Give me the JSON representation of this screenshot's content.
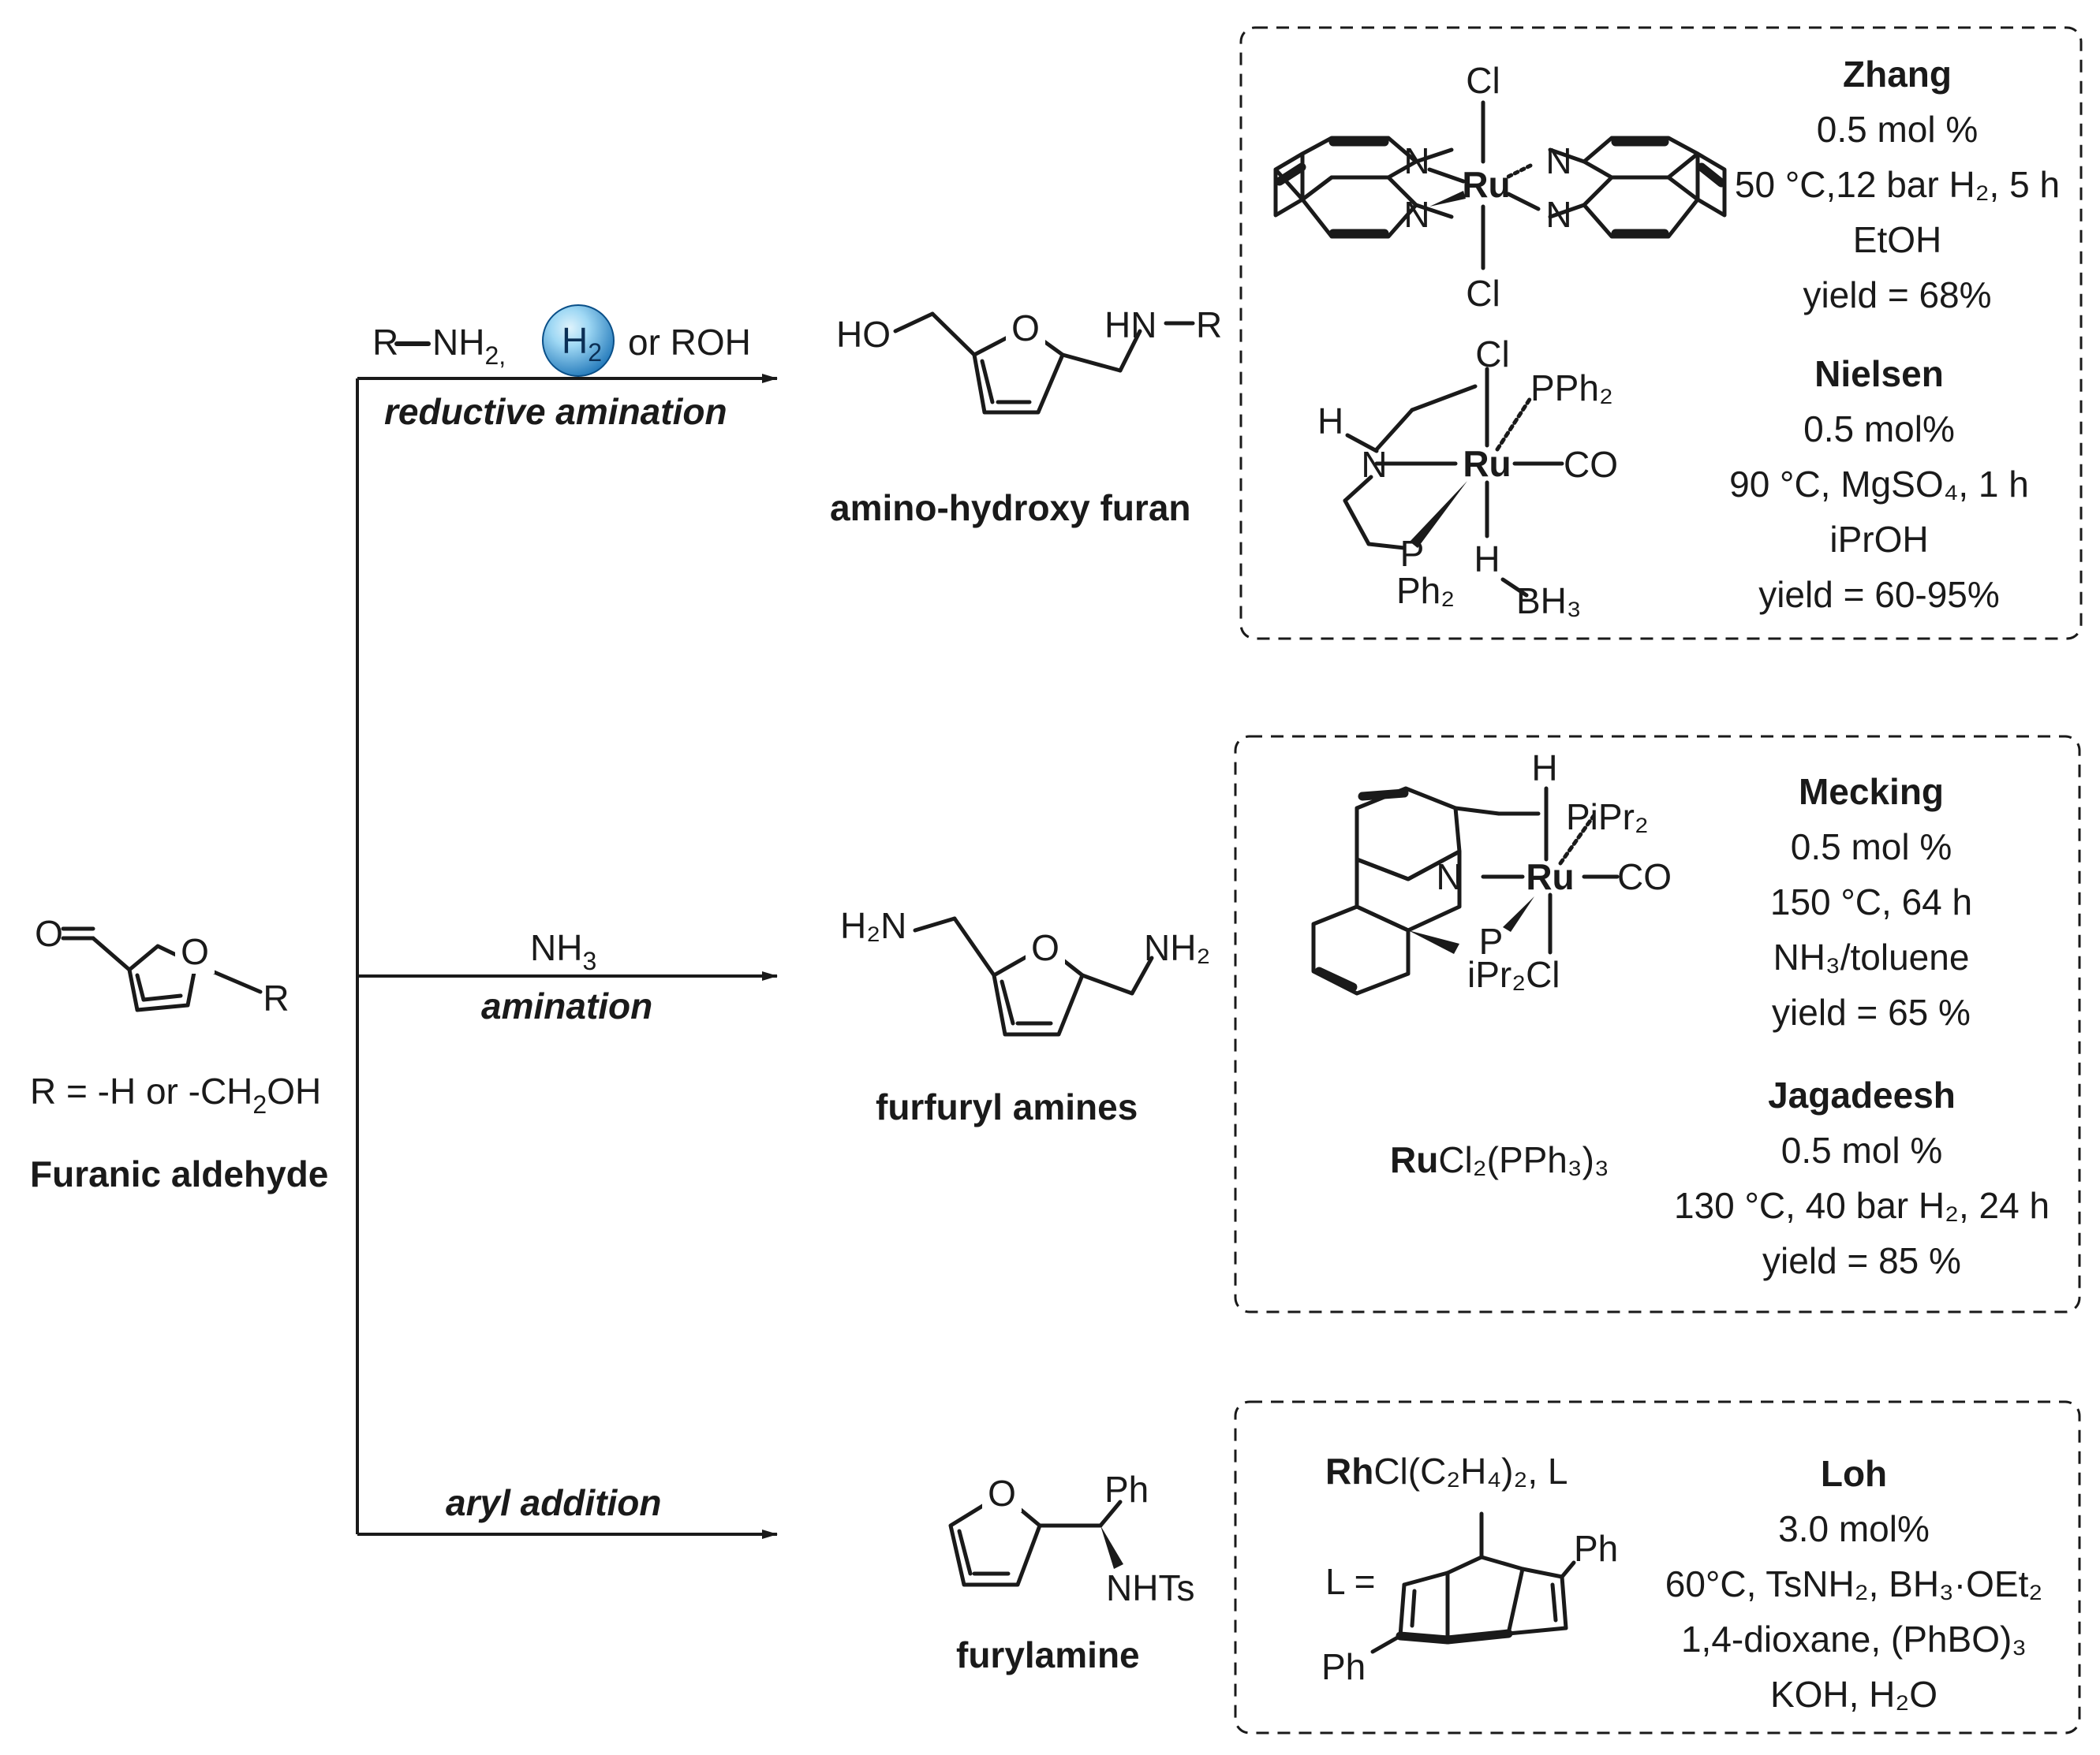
{
  "start": {
    "r_def_prefix": "R = -H or -CH",
    "r_def_sub": "2",
    "r_def_suffix": "OH",
    "title": "Furanic aldehyde",
    "atom_O_ald": "O",
    "atom_O_ring": "O",
    "atom_R": "R"
  },
  "routes": [
    {
      "reagent_1": "R",
      "reagent_2": "NH",
      "reagent_2_sub": "2,",
      "h2_label": "H",
      "h2_sub": "2",
      "reagent_3": "or ROH",
      "type": "reductive amination",
      "product": "amino-hydroxy furan",
      "atoms": {
        "ho": "HO",
        "o": "O",
        "hn": "HN",
        "r": "R"
      },
      "catalysts": [
        {
          "name": "Zhang",
          "lines": [
            "0.5 mol %",
            "50 °C,12 bar H₂, 5 h",
            "EtOH",
            "yield = 68%"
          ],
          "atoms": {
            "cl_top": "Cl",
            "cl_bot": "Cl",
            "ru": "Ru",
            "n1": "N",
            "n2": "N",
            "n3": "N",
            "n4": "N"
          }
        },
        {
          "name": "Nielsen",
          "lines": [
            "0.5 mol%",
            "90 °C, MgSO₄, 1 h",
            "iPrOH",
            "yield = 60-95%"
          ],
          "atoms": {
            "cl": "Cl",
            "pph2_top": "PPh₂",
            "h_n": "H",
            "n": "N",
            "ru": "Ru",
            "co": "CO",
            "p": "P",
            "ph2": "Ph₂",
            "h_b": "H",
            "bh3": "BH₃"
          }
        }
      ]
    },
    {
      "reagent": "NH",
      "reagent_sub": "3",
      "type": "amination",
      "product": "furfuryl amines",
      "atoms": {
        "h2n": "H₂N",
        "o": "O",
        "nh2": "NH₂"
      },
      "catalysts": [
        {
          "name": "Mecking",
          "lines": [
            "0.5 mol %",
            "150 °C, 64 h",
            "NH₃/toluene",
            "yield =  65 %"
          ],
          "atoms": {
            "h": "H",
            "pipr2_top": "PiPr₂",
            "n": "N",
            "ru": "Ru",
            "co": "CO",
            "p": "P",
            "ipr2cl": "iPr₂Cl"
          }
        },
        {
          "name": "Jagadeesh",
          "formula_bold": "Ru",
          "formula_rest": "Cl₂(PPh₃)₃",
          "lines": [
            "0.5 mol %",
            "130 °C, 40 bar H₂, 24 h",
            "yield =  85 %"
          ]
        }
      ]
    },
    {
      "type": "aryl addition",
      "product": "furylamine",
      "atoms": {
        "o": "O",
        "ph": "Ph",
        "nhts": "NHTs"
      },
      "catalysts": [
        {
          "name": "Loh",
          "formula_bold": "Rh",
          "formula_rest": "Cl(C₂H₄)₂, L",
          "ligand_label": "L =",
          "ligand_ph1": "Ph",
          "ligand_ph2": "Ph",
          "lines": [
            "3.0 mol%",
            "60°C, TsNH₂, BH₃·OEt₂",
            "1,4-dioxane, (PhBO)₃",
            "KOH, H₂O"
          ]
        }
      ]
    }
  ],
  "colors": {
    "h2_sphere_light": "#9fd8f4",
    "h2_sphere_dark": "#1a72b6",
    "ink": "#1a1a1a"
  }
}
